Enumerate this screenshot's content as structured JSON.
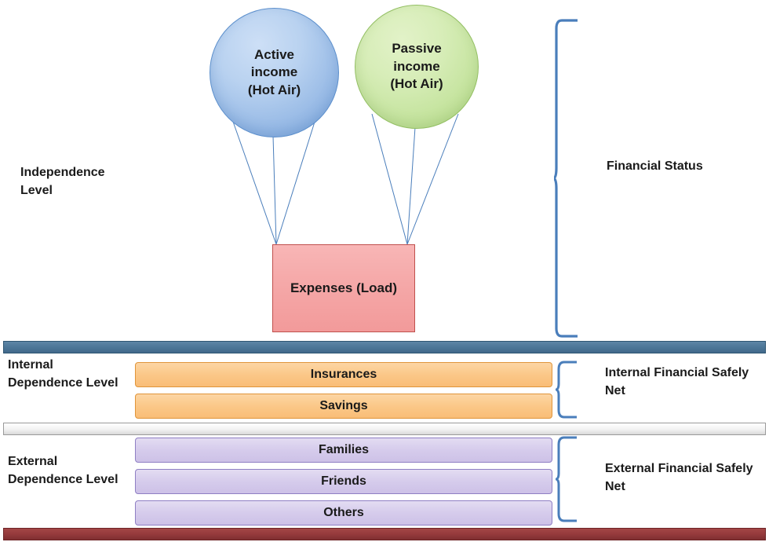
{
  "diagram": {
    "title": "Financial independence balloon diagram",
    "balloons": [
      {
        "id": "active",
        "line1": "Active",
        "line2": "income",
        "line3": "(Hot Air)",
        "color": "#92b6e4"
      },
      {
        "id": "passive",
        "line1": "Passive",
        "line2": "income",
        "line3": "(Hot Air)",
        "color": "#c2e29a"
      }
    ],
    "expenses": {
      "line1": "Expenses",
      "line2": "(Load)",
      "color": "#f5a8a8"
    },
    "levels": [
      {
        "id": "independence",
        "line1": "Independence",
        "line2": "Level"
      },
      {
        "id": "internal-dependence",
        "line1": "Internal",
        "line2": "Dependence",
        "line3": "Level"
      },
      {
        "id": "external-dependence",
        "line1": "External",
        "line2": "Dependence",
        "line3": "Level"
      }
    ],
    "groups": [
      {
        "id": "financial-status",
        "line1": "Financial",
        "line2": "Status"
      },
      {
        "id": "internal-safety-net",
        "line1": "Internal Financial",
        "line2": "Safely Net"
      },
      {
        "id": "external-safety-net",
        "line1": "External Financial",
        "line2": "Safely Net"
      }
    ],
    "internal_bars": [
      {
        "id": "insurances",
        "label": "Insurances",
        "color": "#f9bd77"
      },
      {
        "id": "savings",
        "label": "Savings",
        "color": "#f9bd77"
      }
    ],
    "external_bars": [
      {
        "id": "families",
        "label": "Families",
        "color": "#cdc1e7"
      },
      {
        "id": "friends",
        "label": "Friends",
        "color": "#cdc1e7"
      },
      {
        "id": "others",
        "label": "Others",
        "color": "#cdc1e7"
      }
    ],
    "dividers": [
      {
        "id": "top",
        "color": "#4d7798"
      },
      {
        "id": "middle",
        "color": "#f2f2f2"
      },
      {
        "id": "bottom",
        "color": "#93393b"
      }
    ]
  }
}
